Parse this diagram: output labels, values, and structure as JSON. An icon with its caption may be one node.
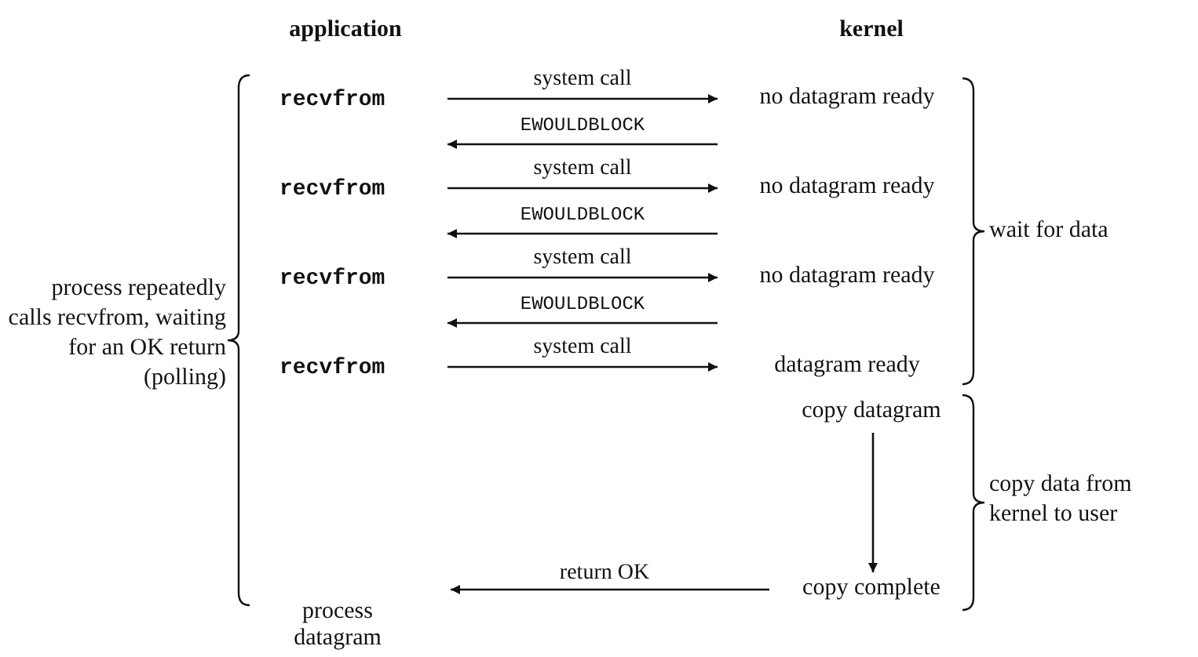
{
  "diagram": {
    "nodes": [
      {
        "text": [
          "recvfrom"
        ]
      },
      {
        "text": [
          "no datagram ready"
        ]
      },
      {
        "text": [
          "recvfrom"
        ]
      },
      {
        "text": [
          "no datagram ready"
        ]
      },
      {
        "text": [
          "recvfrom"
        ]
      },
      {
        "text": [
          "no datagram ready"
        ]
      },
      {
        "text": [
          "recvfrom"
        ]
      },
      {
        "text": [
          "datagram ready"
        ]
      },
      {
        "text": [
          "copy datagram"
        ]
      },
      {
        "text": [
          "copy complete"
        ]
      },
      {
        "text": [
          "process datagram"
        ]
      }
    ],
    "edges": [
      {
        "from": 0,
        "to": 1,
        "arrow": "to",
        "label": "system call"
      },
      {
        "from": 1,
        "to": 0,
        "arrow": "to",
        "label": "EWOULDBLOCK"
      },
      {
        "from": 2,
        "to": 3,
        "arrow": "to",
        "label": "system call"
      },
      {
        "from": 3,
        "to": 2,
        "arrow": "to",
        "label": "EWOULDBLOCK"
      },
      {
        "from": 4,
        "to": 5,
        "arrow": "to",
        "label": "system call"
      },
      {
        "from": 5,
        "to": 4,
        "arrow": "to",
        "label": "EWOULDBLOCK"
      },
      {
        "from": 6,
        "to": 7,
        "arrow": "to",
        "label": "system call"
      },
      {
        "from": 8,
        "to": 9,
        "arrow": "to"
      },
      {
        "from": 9,
        "to": 10,
        "arrow": "to",
        "label": "return OK"
      }
    ],
    "labels": [
      "application",
      "kernel",
      "process repeatedly calls recvfrom, waiting for an OK return (polling)",
      "wait for data",
      "copy data from kernel to user"
    ]
  }
}
